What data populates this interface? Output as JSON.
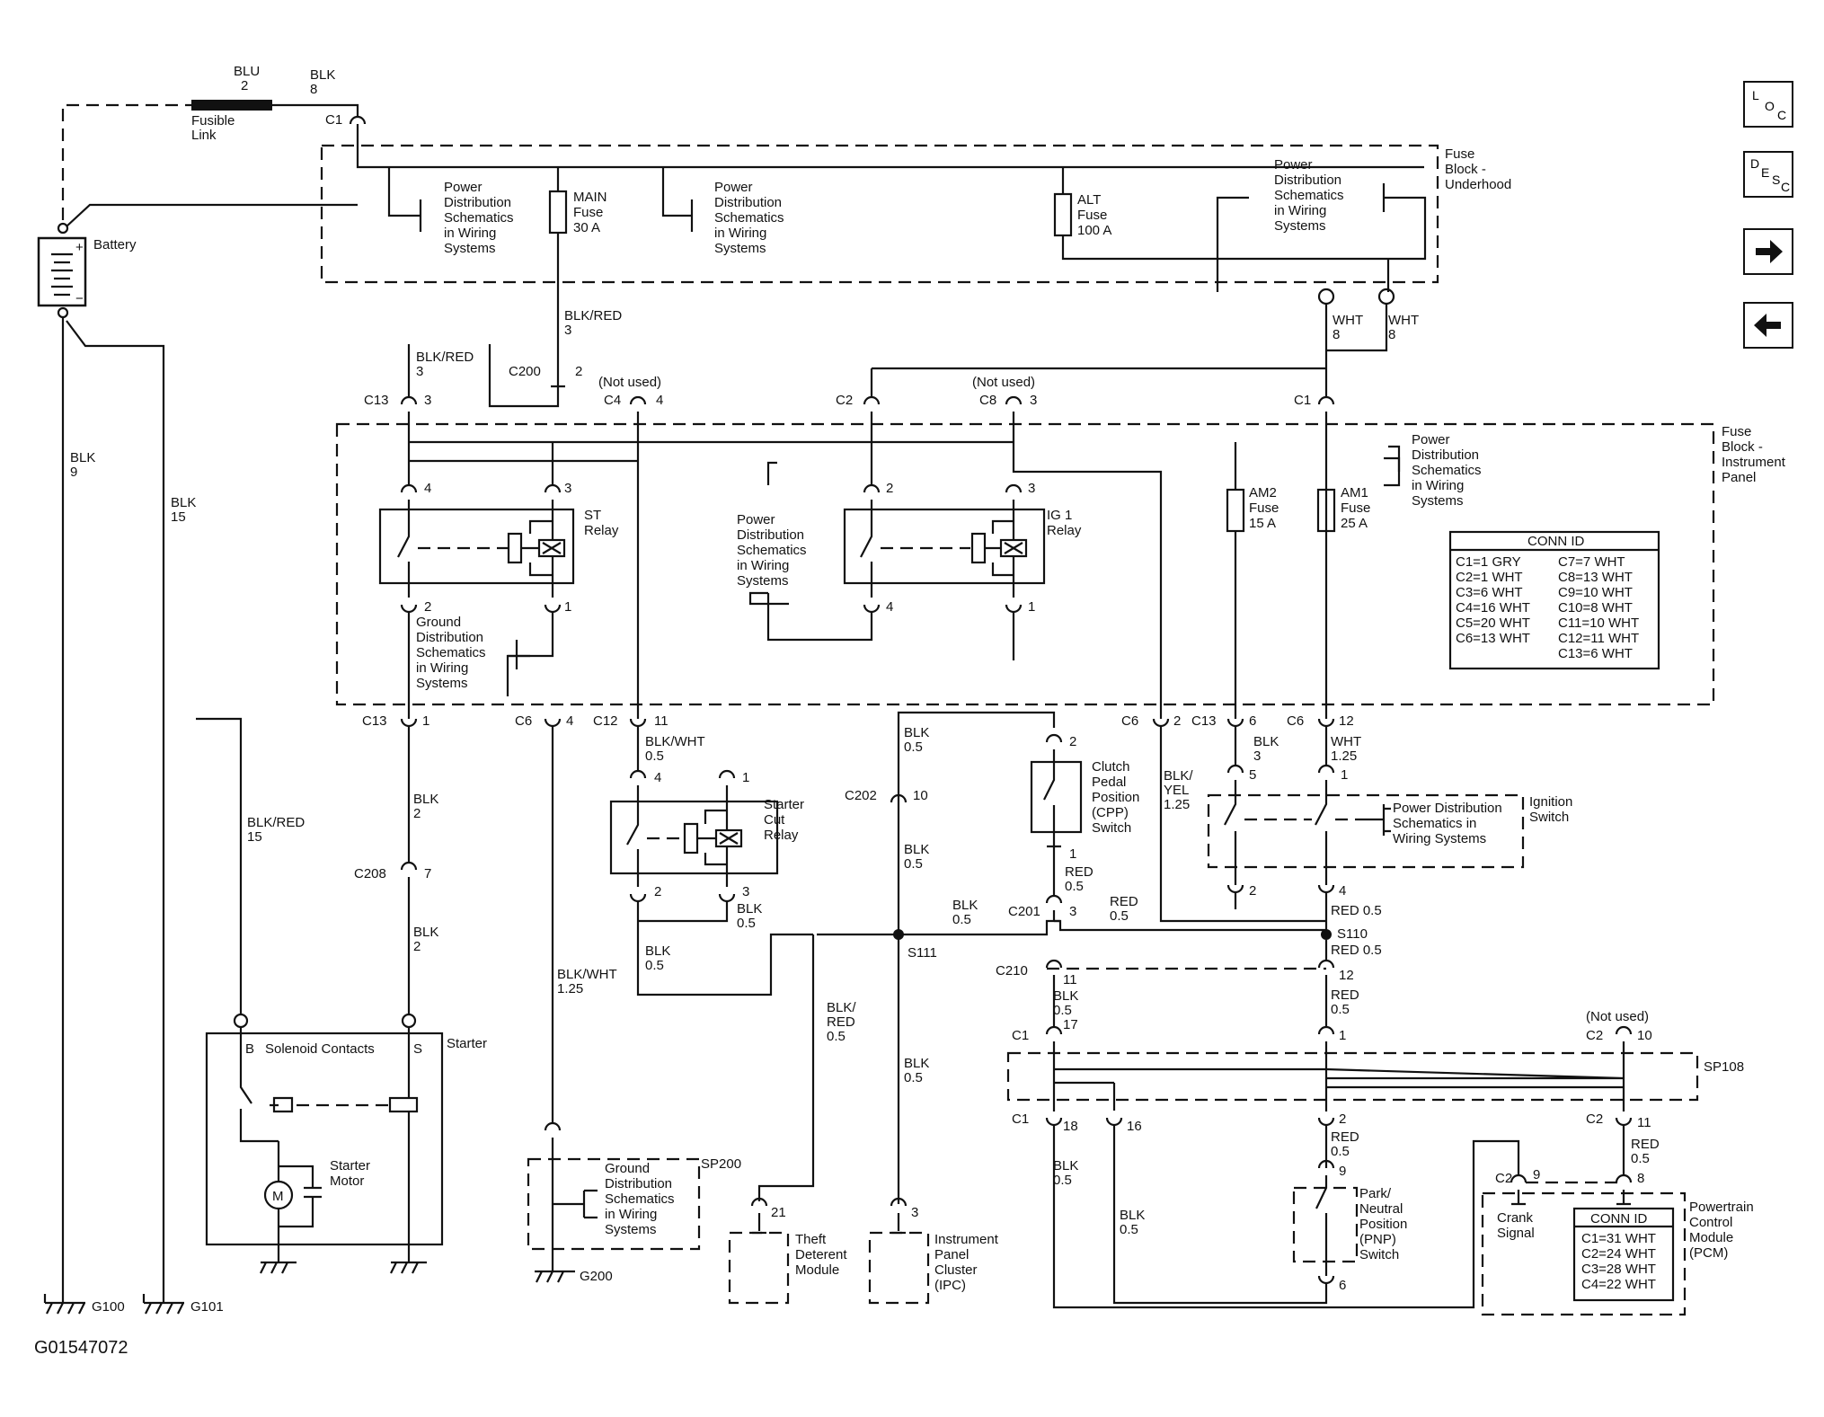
{
  "nav": {
    "loc": [
      "L",
      "O",
      "C"
    ],
    "desc": [
      "D",
      "E",
      "S",
      "C"
    ],
    "forward_icon": "arrow-right-icon",
    "back_icon": "arrow-left-icon"
  },
  "diagram_id": "G01547072",
  "top": {
    "blu": "BLU",
    "blu_n": "2",
    "blk8a": "BLK",
    "blk8a_n": "8",
    "fusible1": "Fusible",
    "fusible2": "Link",
    "c1": "C1",
    "battery": "Battery",
    "plus": "+",
    "minus": "−"
  },
  "underhood": {
    "title1": "Fuse",
    "title2": "Block -",
    "title3": "Underhood",
    "pd": [
      "Power",
      "Distribution",
      "Schematics",
      "in Wiring",
      "Systems"
    ],
    "main": [
      "MAIN",
      "Fuse",
      "30 A"
    ],
    "alt": [
      "ALT",
      "Fuse",
      "100 A"
    ],
    "wht": "WHT",
    "wht_n": "8"
  },
  "ip": {
    "title": [
      "Fuse",
      "Block -",
      "Instrument",
      "Panel"
    ],
    "blkred": "BLK/RED",
    "n3": "3",
    "c200": "C200",
    "n2": "2",
    "c13": "C13",
    "c4": "C4",
    "c2": "C2",
    "c8": "C8",
    "c1": "C1",
    "notused": "(Not used)",
    "n4": "4",
    "st": [
      "ST",
      "Relay"
    ],
    "ig1": [
      "IG 1",
      "Relay"
    ],
    "am2": [
      "AM2",
      "Fuse",
      "15 A"
    ],
    "am1": [
      "AM1",
      "Fuse",
      "25 A"
    ],
    "gd": [
      "Ground",
      "Distribution",
      "Schematics",
      "in Wiring",
      "Systems"
    ],
    "pins": [
      "1",
      "2",
      "3",
      "4"
    ]
  },
  "conn_ip": {
    "title": "CONN ID",
    "left": [
      "C1=1 GRY",
      "C2=1 WHT",
      "C3=6 WHT",
      "C4=16 WHT",
      "C5=20 WHT",
      "C6=13 WHT"
    ],
    "right": [
      "C7=7 WHT",
      "C8=13 WHT",
      "C9=10 WHT",
      "C10=8 WHT",
      "C11=10 WHT",
      "C12=11 WHT",
      "C13=6 WHT"
    ]
  },
  "mid": {
    "c13": "C13",
    "c6": "C6",
    "c12": "C12",
    "n1": "1",
    "n4": "4",
    "n11": "11",
    "blk": "BLK",
    "n2": "2",
    "n9": "9",
    "n15": "15",
    "blkred": "BLK/RED",
    "n15b": "15",
    "c208": "C208",
    "n7": "7",
    "blkwht": "BLK/WHT",
    "v05": "0.5",
    "v125": "1.25",
    "v05b": "0.5",
    "startercut": [
      "Starter",
      "Cut",
      "Relay"
    ],
    "c202": "C202",
    "n10": "10",
    "cpp": [
      "Clutch",
      "Pedal",
      "Position",
      "(CPP)",
      "Switch"
    ],
    "red": "RED",
    "c201": "C201",
    "blkyel": "BLK/",
    "yel": "YEL",
    "s111": "S111",
    "s110": "S110",
    "red05": "RED 0.5",
    "ign": [
      "Ignition",
      "Switch"
    ],
    "pdw": [
      "Power Distribution",
      "Schematics in",
      "Wiring Systems"
    ],
    "n5": "5",
    "n6": "6",
    "n12": "12",
    "n3": "3",
    "whtl": "WHT",
    "c210": "C210",
    "n17": "17",
    "n18": "18",
    "n16": "16",
    "sp108": "SP108",
    "blkredslash": "BLK/",
    "redw": "RED"
  },
  "bottom": {
    "starter": "Starter",
    "b": "B",
    "solenoid": "Solenoid Contacts",
    "s": "S",
    "motor": [
      "Starter",
      "Motor"
    ],
    "m": "M",
    "g100": "G100",
    "g101": "G101",
    "g200": "G200",
    "sp200": "SP200",
    "gd": [
      "Ground",
      "Distribution",
      "Schematics",
      "in Wiring",
      "Systems"
    ],
    "theft": [
      "Theft",
      "Deterent",
      "Module"
    ],
    "ipc": [
      "Instrument",
      "Panel",
      "Cluster",
      "(IPC)"
    ],
    "n21": "21",
    "n3": "3",
    "pnp": [
      "Park/",
      "Neutral",
      "Position",
      "(PNP)",
      "Switch"
    ],
    "crank": [
      "Crank",
      "Signal"
    ],
    "c2": "C2",
    "n8": "8",
    "n9": "9",
    "n10": "10",
    "n11": "11",
    "pcm": [
      "Powertrain",
      "Control",
      "Module",
      "(PCM)"
    ],
    "conn": "CONN ID",
    "pcm_conn": [
      "C1=31 WHT",
      "C2=24 WHT",
      "C3=28 WHT",
      "C4=22 WHT"
    ]
  }
}
